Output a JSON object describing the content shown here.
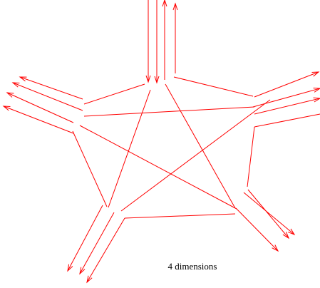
{
  "caption": "4 dimensions",
  "colors": {
    "line": "#ff0000",
    "background": "#ffffff",
    "text": "#000000"
  },
  "arrows": [
    {
      "name": "top-inner-left-arrow"
    },
    {
      "name": "top-inner-right-arrow"
    },
    {
      "name": "top-outer-left-arrow"
    },
    {
      "name": "top-outer-right-arrow"
    },
    {
      "name": "upper-left-arrow-1"
    },
    {
      "name": "upper-left-arrow-2"
    },
    {
      "name": "left-arrow-1"
    },
    {
      "name": "left-arrow-2"
    },
    {
      "name": "upper-right-arrow-1"
    },
    {
      "name": "upper-right-arrow-2"
    },
    {
      "name": "right-arrow-1"
    },
    {
      "name": "right-arrow-2"
    },
    {
      "name": "bottom-right-arrow-1"
    },
    {
      "name": "bottom-right-arrow-2"
    },
    {
      "name": "bottom-right-arrow-3"
    },
    {
      "name": "bottom-left-arrow-1"
    },
    {
      "name": "bottom-left-arrow-2"
    },
    {
      "name": "bottom-left-arrow-3"
    }
  ]
}
